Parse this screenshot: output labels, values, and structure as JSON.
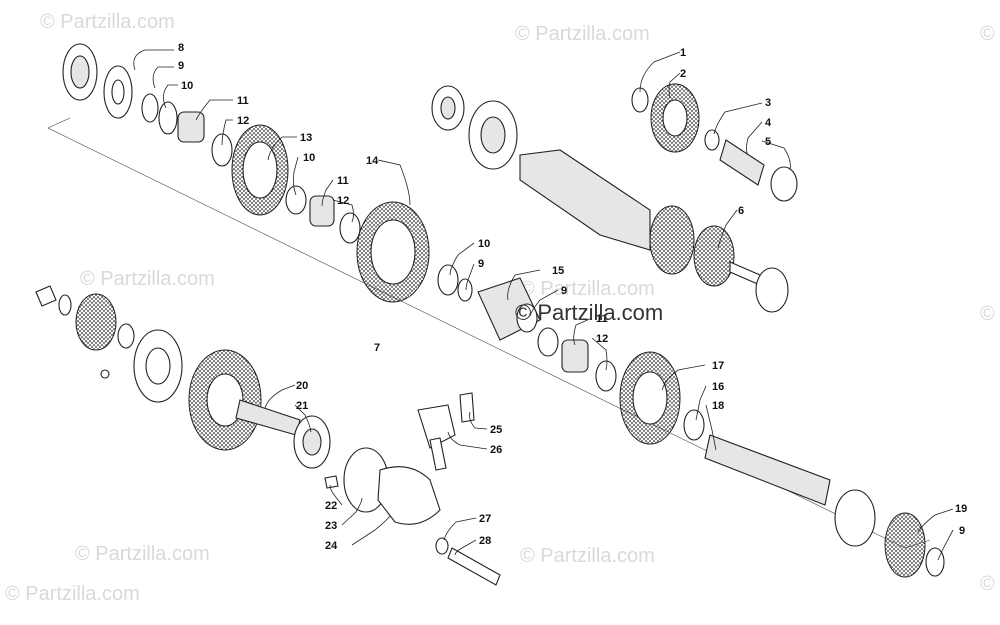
{
  "watermarks": [
    "© Partzilla.com"
  ],
  "center_watermark": "© Partzilla.com",
  "callouts": [
    {
      "id": "c1",
      "text": "1"
    },
    {
      "id": "c2",
      "text": "2"
    },
    {
      "id": "c3",
      "text": "3"
    },
    {
      "id": "c4",
      "text": "4"
    },
    {
      "id": "c5",
      "text": "5"
    },
    {
      "id": "c6",
      "text": "6"
    },
    {
      "id": "c7",
      "text": "7"
    },
    {
      "id": "c8",
      "text": "8"
    },
    {
      "id": "c9a",
      "text": "9"
    },
    {
      "id": "c10a",
      "text": "10"
    },
    {
      "id": "c11a",
      "text": "11"
    },
    {
      "id": "c12a",
      "text": "12"
    },
    {
      "id": "c13",
      "text": "13"
    },
    {
      "id": "c10b",
      "text": "10"
    },
    {
      "id": "c11b",
      "text": "11"
    },
    {
      "id": "c12b",
      "text": "12"
    },
    {
      "id": "c14",
      "text": "14"
    },
    {
      "id": "c10c",
      "text": "10"
    },
    {
      "id": "c9b",
      "text": "9"
    },
    {
      "id": "c15",
      "text": "15"
    },
    {
      "id": "c9c",
      "text": "9"
    },
    {
      "id": "c11c",
      "text": "11"
    },
    {
      "id": "c12c",
      "text": "12"
    },
    {
      "id": "c17",
      "text": "17"
    },
    {
      "id": "c16",
      "text": "16"
    },
    {
      "id": "c18",
      "text": "18"
    },
    {
      "id": "c19",
      "text": "19"
    },
    {
      "id": "c9d",
      "text": "9"
    },
    {
      "id": "c20",
      "text": "20"
    },
    {
      "id": "c21",
      "text": "21"
    },
    {
      "id": "c25",
      "text": "25"
    },
    {
      "id": "c26",
      "text": "26"
    },
    {
      "id": "c22",
      "text": "22"
    },
    {
      "id": "c23",
      "text": "23"
    },
    {
      "id": "c24",
      "text": "24"
    },
    {
      "id": "c27",
      "text": "27"
    },
    {
      "id": "c28",
      "text": "28"
    }
  ]
}
